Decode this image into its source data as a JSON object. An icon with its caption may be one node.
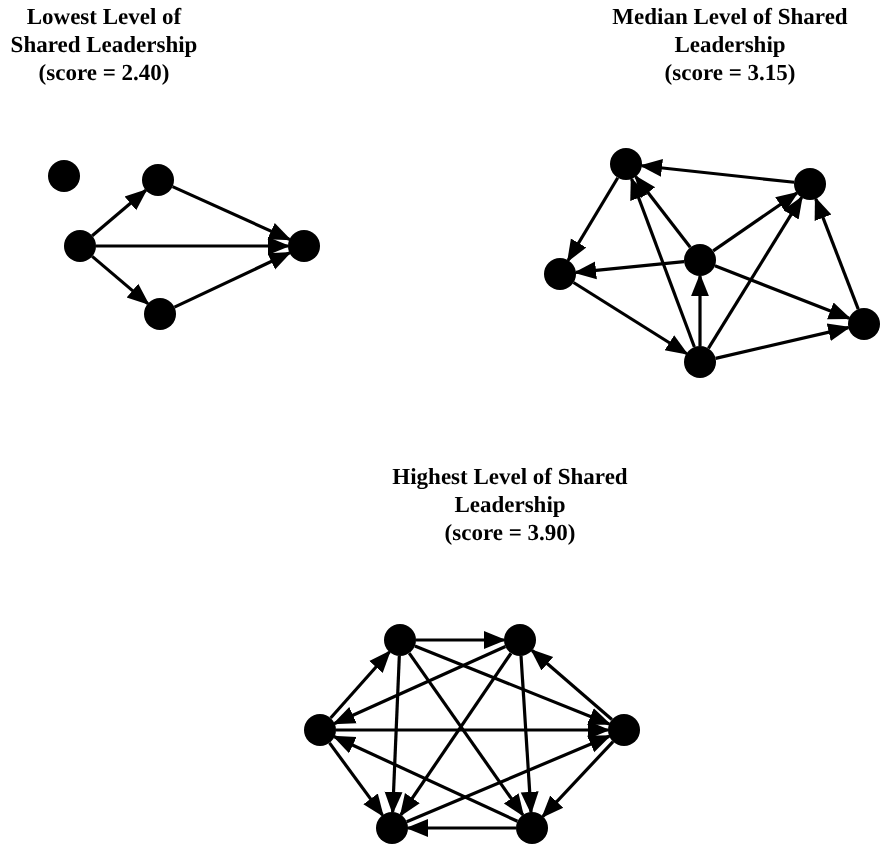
{
  "diagram": {
    "nodes": [
      {
        "text": [],
        "shape": "circle"
      },
      {
        "text": [],
        "shape": "circle"
      },
      {
        "text": [],
        "shape": "circle"
      },
      {
        "text": [],
        "shape": "circle"
      },
      {
        "text": [],
        "shape": "circle"
      },
      {
        "text": [],
        "shape": "circle"
      },
      {
        "text": [],
        "shape": "circle"
      },
      {
        "text": [],
        "shape": "circle"
      },
      {
        "text": [],
        "shape": "circle"
      },
      {
        "text": [],
        "shape": "circle"
      },
      {
        "text": [],
        "shape": "circle"
      },
      {
        "text": [],
        "shape": "circle"
      },
      {
        "text": [],
        "shape": "circle"
      },
      {
        "text": [],
        "shape": "circle"
      },
      {
        "text": [],
        "shape": "circle"
      },
      {
        "text": [],
        "shape": "circle"
      },
      {
        "text": [],
        "shape": "circle"
      }
    ],
    "edges": [
      {
        "from": 2,
        "to": 1,
        "arrow": "to"
      },
      {
        "from": 1,
        "to": 3,
        "arrow": "to"
      },
      {
        "from": 2,
        "to": 3,
        "arrow": "to"
      },
      {
        "from": 2,
        "to": 4,
        "arrow": "to"
      },
      {
        "from": 4,
        "to": 3,
        "arrow": "to"
      },
      {
        "from": 6,
        "to": 5,
        "arrow": "to"
      },
      {
        "from": 5,
        "to": 7,
        "arrow": "to"
      },
      {
        "from": 8,
        "to": 5,
        "arrow": "to"
      },
      {
        "from": 10,
        "to": 5,
        "arrow": "to"
      },
      {
        "from": 8,
        "to": 6,
        "arrow": "to"
      },
      {
        "from": 10,
        "to": 6,
        "arrow": "to"
      },
      {
        "from": 9,
        "to": 6,
        "arrow": "to"
      },
      {
        "from": 8,
        "to": 7,
        "arrow": "to"
      },
      {
        "from": 7,
        "to": 10,
        "arrow": "to"
      },
      {
        "from": 10,
        "to": 8,
        "arrow": "to"
      },
      {
        "from": 8,
        "to": 9,
        "arrow": "to"
      },
      {
        "from": 10,
        "to": 9,
        "arrow": "to"
      },
      {
        "from": 11,
        "to": 12,
        "arrow": "to"
      },
      {
        "from": 13,
        "to": 11,
        "arrow": "to"
      },
      {
        "from": 11,
        "to": 14,
        "arrow": "to"
      },
      {
        "from": 11,
        "to": 15,
        "arrow": "to"
      },
      {
        "from": 11,
        "to": 16,
        "arrow": "to"
      },
      {
        "from": 12,
        "to": 13,
        "arrow": "to"
      },
      {
        "from": 14,
        "to": 12,
        "arrow": "to"
      },
      {
        "from": 12,
        "to": 15,
        "arrow": "to"
      },
      {
        "from": 12,
        "to": 16,
        "arrow": "to"
      },
      {
        "from": 13,
        "to": 14,
        "arrow": "to"
      },
      {
        "from": 13,
        "to": 15,
        "arrow": "to"
      },
      {
        "from": 16,
        "to": 13,
        "arrow": "to"
      },
      {
        "from": 15,
        "to": 14,
        "arrow": "to"
      },
      {
        "from": 14,
        "to": 16,
        "arrow": "to"
      },
      {
        "from": 16,
        "to": 15,
        "arrow": "to"
      }
    ],
    "labels": [
      "Lowest Level of Shared Leadership",
      "(score = 2.40)",
      "Median Level of Shared Leadership",
      "(score = 3.15)",
      "Highest Level of Shared Leadership",
      "(score = 3.90)"
    ]
  }
}
